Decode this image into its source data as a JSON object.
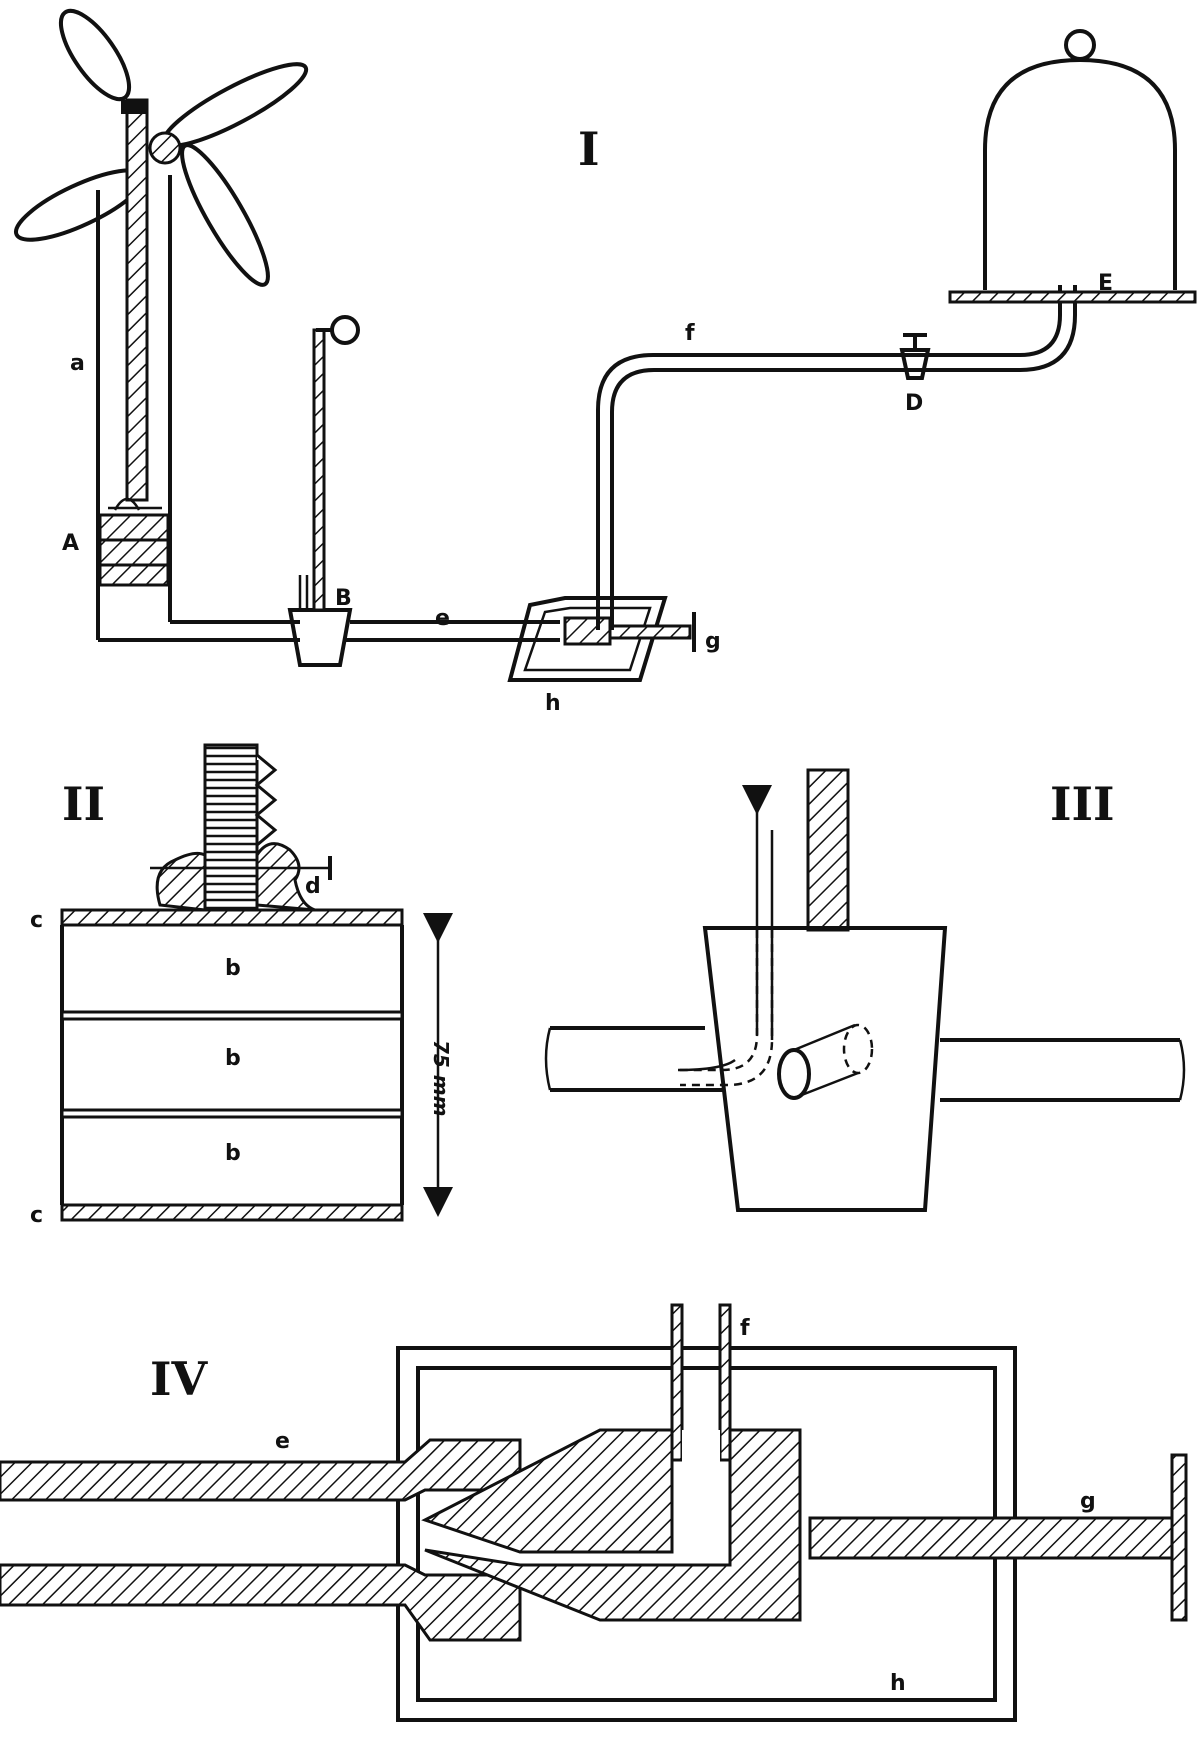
{
  "figures": {
    "fig1": {
      "numeral": "I",
      "labels": {
        "a": "a",
        "A": "A",
        "B": "B",
        "e": "e",
        "f": "f",
        "g": "g",
        "h": "h",
        "D": "D",
        "E": "E"
      }
    },
    "fig2": {
      "numeral": "II",
      "labels": {
        "c_top": "c",
        "c_bottom": "c",
        "b1": "b",
        "b2": "b",
        "b3": "b",
        "d": "d",
        "dimension": "75 mm"
      }
    },
    "fig3": {
      "numeral": "III"
    },
    "fig4": {
      "numeral": "IV",
      "labels": {
        "e": "e",
        "f": "f",
        "g": "g",
        "h": "h"
      }
    }
  },
  "colors": {
    "ink": "#111111",
    "paper": "#ffffff"
  }
}
